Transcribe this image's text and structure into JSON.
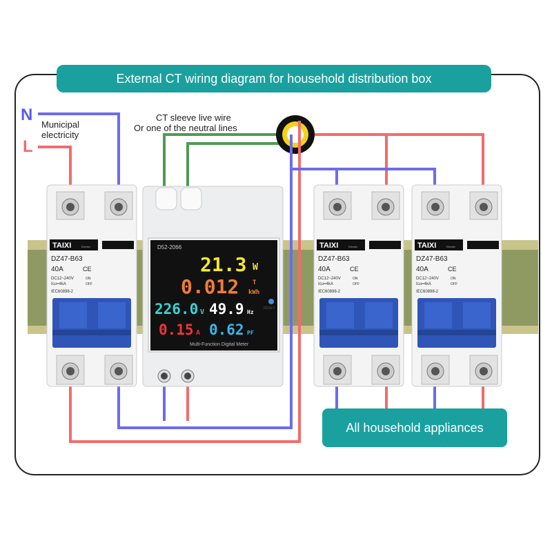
{
  "title": "External CT wiring diagram for household distribution box",
  "source_labels": {
    "neutral": "N",
    "live": "L",
    "description_line1": "Municipal",
    "description_line2": "electricity"
  },
  "ct_label": {
    "line1": "CT sleeve live wire",
    "line2": "Or one of the neutral lines"
  },
  "breaker": {
    "brand": "TAIXI",
    "brand_sub": "Electric",
    "model": "DZ47-B63",
    "rating": "40A",
    "ce": "CE",
    "spec1": "DC12~240V",
    "spec2": "Icu=4kA",
    "on": "ON",
    "off": "OFF",
    "standard": "IEC60898-2"
  },
  "meter": {
    "model": "D52-2066",
    "power": "21.3",
    "power_unit": "W",
    "energy": "0.012",
    "energy_unit_top": "T",
    "energy_unit": "kWh",
    "voltage": "226.0",
    "voltage_unit": "V",
    "frequency": "49.9",
    "frequency_unit": "Hz",
    "current": "0.15",
    "current_unit": "A",
    "pf": "0.62",
    "pf_unit": "PF",
    "reset": "RESET",
    "footer": "Multi-Function Digital Meter"
  },
  "appliances_label": "All household appliances",
  "colors": {
    "teal": "#1aa19f",
    "live": "#f26b6b",
    "neutral": "#6b6bf0",
    "ct_wire": "#4f9a55",
    "breaker_blue": "#2f55b8"
  }
}
